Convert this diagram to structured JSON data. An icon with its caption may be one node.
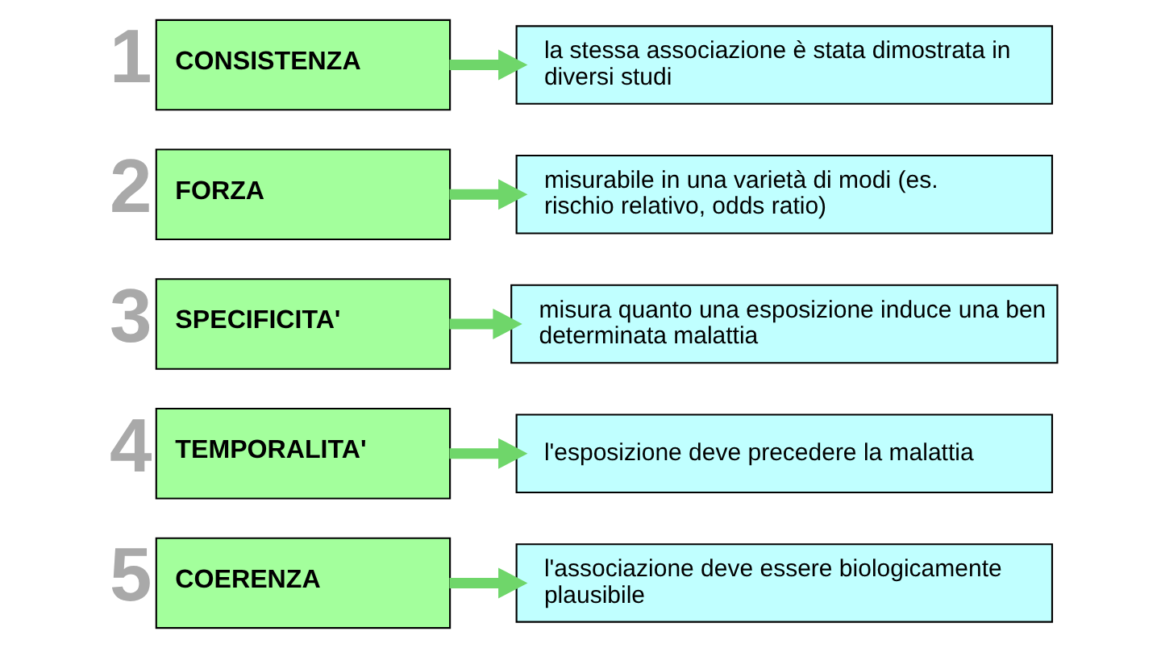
{
  "diagram": {
    "nodes": [
      {
        "text": [
          "CONSISTENZA"
        ],
        "beside": [
          "1"
        ]
      },
      {
        "text": [
          "la stessa associazione è stata dimostrata in diversi studi"
        ]
      },
      {
        "text": [
          "FORZA"
        ],
        "beside": [
          "2"
        ]
      },
      {
        "text": [
          "misurabile in una varietà di modi (es. rischio relativo, odds ratio)"
        ]
      },
      {
        "text": [
          "SPECIFICITA'"
        ],
        "beside": [
          "3"
        ]
      },
      {
        "text": [
          "misura quanto una esposizione induce una ben determinata malattia"
        ]
      },
      {
        "text": [
          "TEMPORALITA'"
        ],
        "beside": [
          "4"
        ]
      },
      {
        "text": [
          "l'esposizione deve precedere la malattia"
        ]
      },
      {
        "text": [
          "COERENZA"
        ],
        "beside": [
          "5"
        ]
      },
      {
        "text": [
          "l'associazione deve essere biologicamente plausibile"
        ]
      }
    ],
    "edges": [
      {
        "from": 0,
        "to": 1,
        "arrow": "to"
      },
      {
        "from": 2,
        "to": 3,
        "arrow": "to"
      },
      {
        "from": 4,
        "to": 5,
        "arrow": "to"
      },
      {
        "from": 6,
        "to": 7,
        "arrow": "to"
      },
      {
        "from": 8,
        "to": 9,
        "arrow": "to"
      }
    ]
  }
}
